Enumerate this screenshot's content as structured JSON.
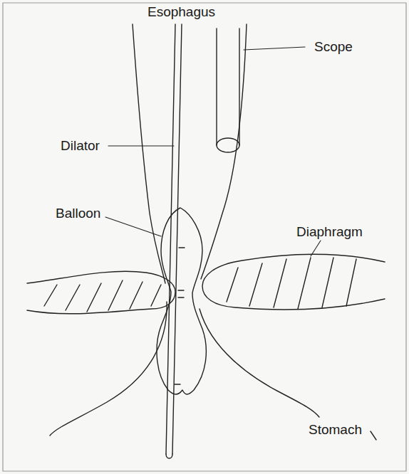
{
  "diagram": {
    "labels": [
      "Esophagus",
      "Scope",
      "Dilator",
      "Balloon",
      "Diaphragm",
      "Stomach"
    ]
  }
}
